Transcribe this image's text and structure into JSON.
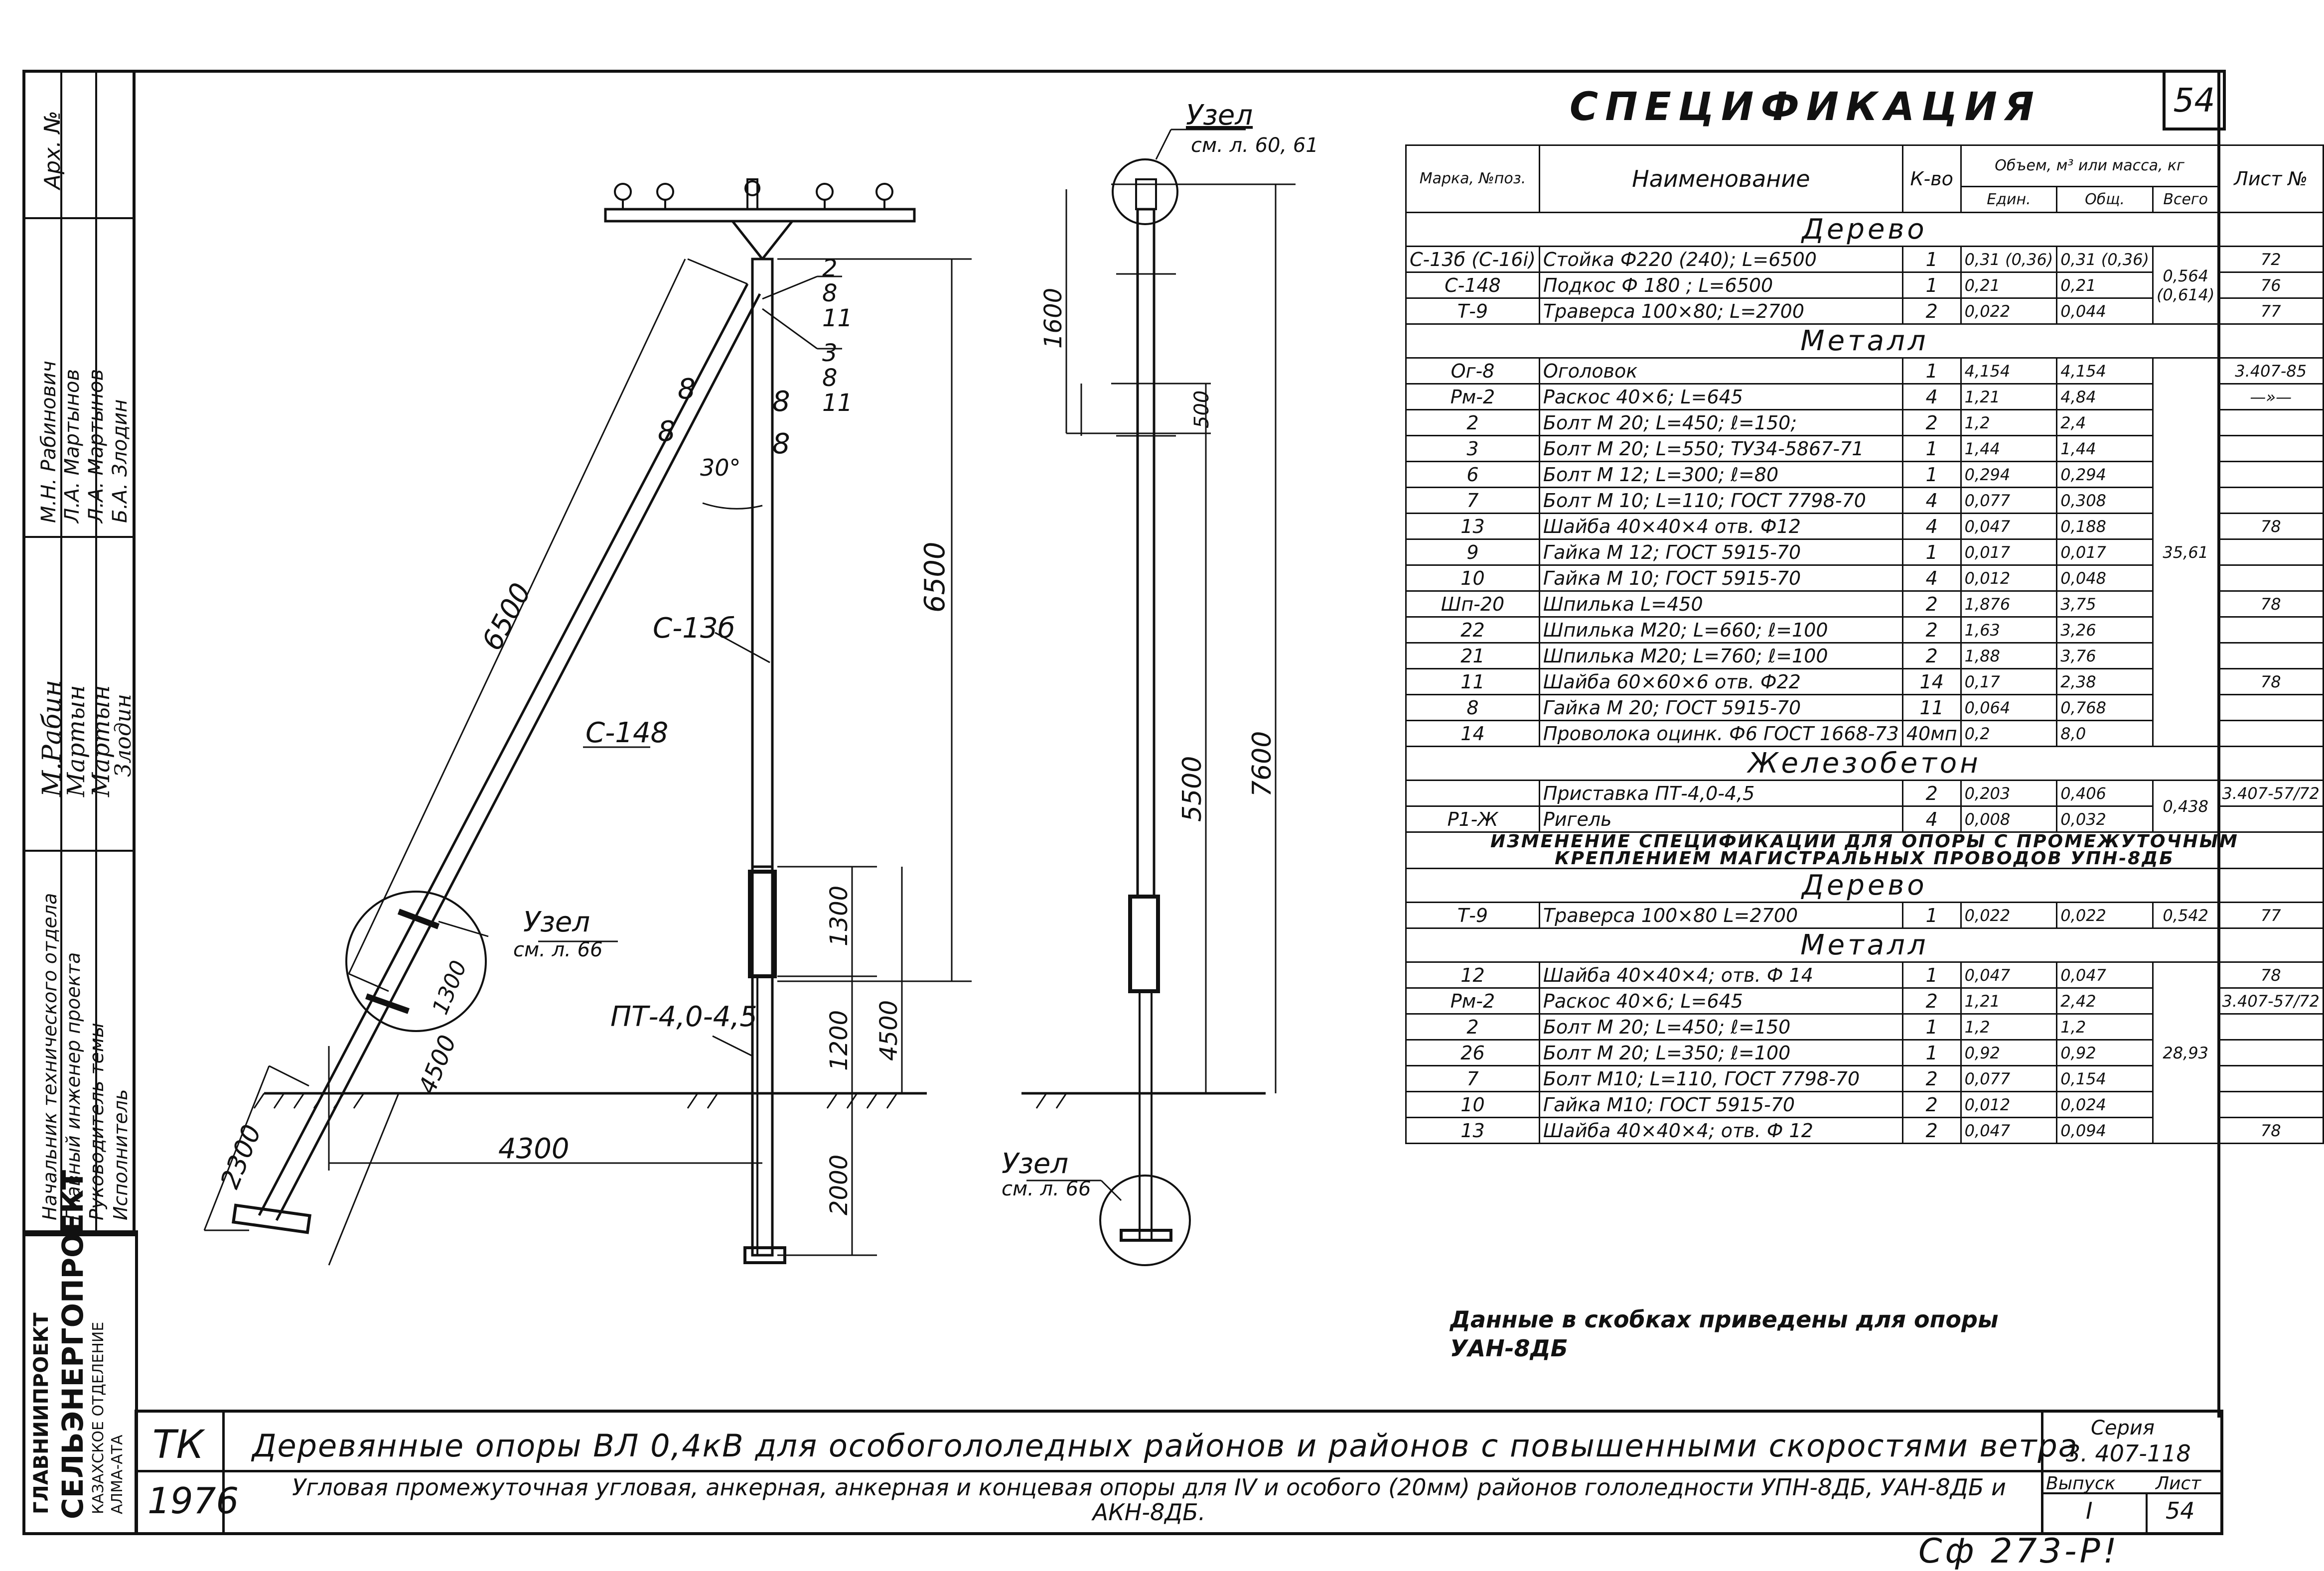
{
  "sheet_number": "54",
  "left_strip": {
    "arch_no_label": "Арх. №",
    "roles": [
      "Начальник технического отдела",
      "Главный инженер проекта",
      "Руководитель темы",
      "Исполнитель"
    ],
    "names": [
      "М.Н. Рабинович",
      "Л.А. Мартынов",
      "Л.А. Мартынов",
      "Б.А. Злодин"
    ],
    "signatures": [
      "М.Рабин",
      "Мартын",
      "Мартын",
      "Злодин"
    ],
    "org_main": "ГЛАВНИИПРОЕКТ",
    "org_name": "СЕЛЬЭНЕРГОПРОЕКТ",
    "org_branch": "КАЗАХСКОЕ ОТДЕЛЕНИЕ",
    "org_city": "АЛМА-АТА"
  },
  "drawing": {
    "labels": {
      "node_top": "Узел",
      "node_top_ref": "см. л. 60, 61",
      "node_mid": "Узел",
      "node_mid_ref": "см. л. 66",
      "node_bot": "Узел",
      "node_bot_ref": "см. л. 66",
      "post": "С-13б",
      "brace": "С-148",
      "attachment": "ПТ-4,0-4,5",
      "angle": "30°",
      "callout_a": [
        "2",
        "8",
        "11"
      ],
      "callout_b": [
        "3",
        "8",
        "11"
      ],
      "bolt_mark": "8"
    },
    "dims": {
      "brace_len": "6500",
      "brace_lower": "1300",
      "brace_base": "4500",
      "brace_foot": "2300",
      "horiz": "4300",
      "post_h": "6500",
      "post_att": "1300",
      "post_gap": "1200",
      "post_total_att": "4500",
      "post_ground": "2000",
      "side_top": "1600",
      "side_gap": "500",
      "side_mid": "5500",
      "side_total": "7600"
    }
  },
  "spec": {
    "title": "СПЕЦИФИКАЦИЯ",
    "headers": {
      "mark": "Марка, №поз.",
      "name": "Наименование",
      "qty": "К-во",
      "mass": "Объем, м³ или масса, кг",
      "unit": "Един.",
      "total": "Общ.",
      "all": "Всего",
      "sheet": "Лист №"
    },
    "sec_wood": "Дерево",
    "sec_metal": "Металл",
    "sec_concrete": "Железобетон",
    "wood": [
      {
        "m": "С-13б (С-16і)",
        "n": "Стойка Ф220 (240); L=6500",
        "q": "1",
        "u": "0,31 (0,36)",
        "t": "0,31 (0,36)",
        "l": "72"
      },
      {
        "m": "С-148",
        "n": "Подкос Ф 180 ; L=6500",
        "q": "1",
        "u": "0,21",
        "t": "0,21",
        "l": "76"
      },
      {
        "m": "Т-9",
        "n": "Траверса 100×80; L=2700",
        "q": "2",
        "u": "0,022",
        "t": "0,044",
        "l": "77"
      }
    ],
    "wood_total": "0,564 (0,614)",
    "metal": [
      {
        "m": "Ог-8",
        "n": "Оголовок",
        "q": "1",
        "u": "4,154",
        "t": "4,154",
        "l": "3.407-85"
      },
      {
        "m": "Рм-2",
        "n": "Раскос 40×6; L=645",
        "q": "4",
        "u": "1,21",
        "t": "4,84",
        "l": "—»—"
      },
      {
        "m": "2",
        "n": "Болт М 20; L=450; ℓ=150;",
        "q": "2",
        "u": "1,2",
        "t": "2,4",
        "l": ""
      },
      {
        "m": "3",
        "n": "Болт М 20; L=550; ТУ34-5867-71",
        "q": "1",
        "u": "1,44",
        "t": "1,44",
        "l": ""
      },
      {
        "m": "6",
        "n": "Болт М 12; L=300; ℓ=80",
        "q": "1",
        "u": "0,294",
        "t": "0,294",
        "l": ""
      },
      {
        "m": "7",
        "n": "Болт М 10; L=110; ГОСТ 7798-70",
        "q": "4",
        "u": "0,077",
        "t": "0,308",
        "l": ""
      },
      {
        "m": "13",
        "n": "Шайба 40×40×4 отв. Ф12",
        "q": "4",
        "u": "0,047",
        "t": "0,188",
        "l": "78"
      },
      {
        "m": "9",
        "n": "Гайка М 12; ГОСТ 5915-70",
        "q": "1",
        "u": "0,017",
        "t": "0,017",
        "l": ""
      },
      {
        "m": "10",
        "n": "Гайка М 10; ГОСТ 5915-70",
        "q": "4",
        "u": "0,012",
        "t": "0,048",
        "l": ""
      },
      {
        "m": "Шп-20",
        "n": "Шпилька L=450",
        "q": "2",
        "u": "1,876",
        "t": "3,75",
        "l": "78"
      },
      {
        "m": "22",
        "n": "Шпилька М20; L=660; ℓ=100",
        "q": "2",
        "u": "1,63",
        "t": "3,26",
        "l": ""
      },
      {
        "m": "21",
        "n": "Шпилька М20; L=760; ℓ=100",
        "q": "2",
        "u": "1,88",
        "t": "3,76",
        "l": ""
      },
      {
        "m": "11",
        "n": "Шайба 60×60×6 отв. Ф22",
        "q": "14",
        "u": "0,17",
        "t": "2,38",
        "l": "78"
      },
      {
        "m": "8",
        "n": "Гайка М 20; ГОСТ 5915-70",
        "q": "11",
        "u": "0,064",
        "t": "0,768",
        "l": ""
      },
      {
        "m": "14",
        "n": "Проволока оцинк. Ф6 ГОСТ 1668-73",
        "q": "40мп",
        "u": "0,2",
        "t": "8,0",
        "l": ""
      }
    ],
    "metal_total": "35,61",
    "concrete": [
      {
        "m": "",
        "n": "Приставка ПТ-4,0-4,5",
        "q": "2",
        "u": "0,203",
        "t": "0,406",
        "l": "3.407-57/72"
      },
      {
        "m": "Р1-Ж",
        "n": "Ригель",
        "q": "4",
        "u": "0,008",
        "t": "0,032",
        "l": ""
      }
    ],
    "concrete_total": "0,438",
    "change_note": "ИЗМЕНЕНИЕ СПЕЦИФИКАЦИИ ДЛЯ ОПОРЫ С ПРОМЕЖУТОЧНЫМ КРЕПЛЕНИЕМ МАГИСТРАЛЬНЫХ ПРОВОДОВ УПН-8ДБ",
    "wood2": [
      {
        "m": "Т-9",
        "n": "Траверса 100×80 L=2700",
        "q": "1",
        "u": "0,022",
        "t": "0,022",
        "a": "0,542",
        "l": "77"
      }
    ],
    "metal2": [
      {
        "m": "12",
        "n": "Шайба 40×40×4; отв. Ф 14",
        "q": "1",
        "u": "0,047",
        "t": "0,047",
        "l": "78"
      },
      {
        "m": "Рм-2",
        "n": "Раскос 40×6; L=645",
        "q": "2",
        "u": "1,21",
        "t": "2,42",
        "l": "3.407-57/72"
      },
      {
        "m": "2",
        "n": "Болт М 20; L=450; ℓ=150",
        "q": "1",
        "u": "1,2",
        "t": "1,2",
        "l": ""
      },
      {
        "m": "26",
        "n": "Болт М 20; L=350; ℓ=100",
        "q": "1",
        "u": "0,92",
        "t": "0,92",
        "l": ""
      },
      {
        "m": "7",
        "n": "Болт М10; L=110, ГОСТ 7798-70",
        "q": "2",
        "u": "0,077",
        "t": "0,154",
        "l": ""
      },
      {
        "m": "10",
        "n": "Гайка М10; ГОСТ 5915-70",
        "q": "2",
        "u": "0,012",
        "t": "0,024",
        "l": ""
      },
      {
        "m": "13",
        "n": "Шайба 40×40×4; отв. Ф 12",
        "q": "2",
        "u": "0,047",
        "t": "0,094",
        "l": "78"
      }
    ],
    "metal2_total": "28,93"
  },
  "footnote": "Данные в скобках приведены для опоры УАН-8ДБ",
  "titleblock": {
    "code": "ТК",
    "year": "1976",
    "title": "Деревянные опоры ВЛ 0,4кВ для особогололедных районов и районов с повышенными скоростями ветра",
    "subtitle": "Угловая промежуточная угловая, анкерная, анкерная и концевая опоры для IV и особого (20мм) районов гололедности УПН-8ДБ, УАН-8ДБ и АКН-8ДБ.",
    "series_label": "Серия",
    "series_value": "3. 407-118",
    "issue_label": "Выпуск",
    "issue_value": "I",
    "sheet_label": "Лист",
    "sheet_value": "54"
  },
  "bottom_code": "Сф 273-Р!"
}
